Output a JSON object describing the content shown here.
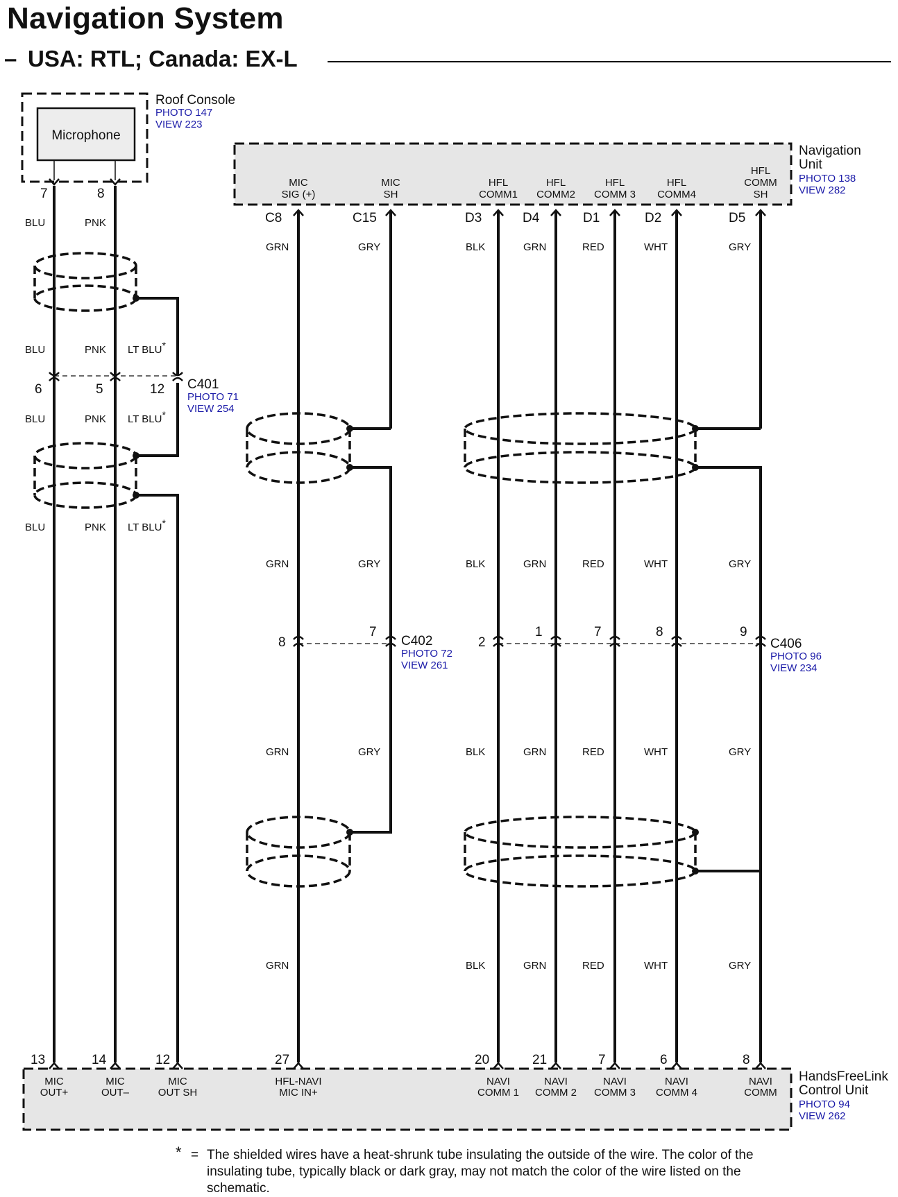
{
  "title": "Navigation System",
  "subtitle_dash": "–",
  "subtitle": "USA: RTL; Canada: EX-L",
  "components": {
    "roof_console": {
      "name": "Roof Console",
      "photo": "PHOTO 147",
      "view": "VIEW 223",
      "inner": "Microphone"
    },
    "nav_unit": {
      "name1": "Navigation",
      "name2": "Unit",
      "photo": "PHOTO 138",
      "view": "VIEW 282"
    },
    "hfl_unit": {
      "name1": "HandsFreeLink",
      "name2": "Control Unit",
      "photo": "PHOTO 94",
      "view": "VIEW 262"
    }
  },
  "connectors": {
    "c401": {
      "name": "C401",
      "photo": "PHOTO 71",
      "view": "VIEW 254"
    },
    "c402": {
      "name": "C402",
      "photo": "PHOTO 72",
      "view": "VIEW 261"
    },
    "c406": {
      "name": "C406",
      "photo": "PHOTO 96",
      "view": "VIEW 234"
    }
  },
  "nav_pins": [
    {
      "label1": "MIC",
      "label2": "SIG (+)",
      "pin": "C8"
    },
    {
      "label1": "MIC",
      "label2": "SH",
      "pin": "C15"
    },
    {
      "label1": "HFL",
      "label2": "COMM1",
      "pin": "D3"
    },
    {
      "label1": "HFL",
      "label2": "COMM2",
      "pin": "D4"
    },
    {
      "label1": "HFL",
      "label2": "COMM 3",
      "pin": "D1"
    },
    {
      "label1": "HFL",
      "label2": "COMM4",
      "pin": "D2"
    },
    {
      "label0": "HFL",
      "label1": "COMM",
      "label2": "SH",
      "pin": "D5"
    }
  ],
  "mic_pins": [
    "7",
    "8"
  ],
  "c401_pins": [
    "6",
    "5",
    "12"
  ],
  "c402_pins": [
    "8",
    "7"
  ],
  "c406_pins": [
    "2",
    "1",
    "7",
    "8",
    "9"
  ],
  "hfl_pins": [
    {
      "pin": "13",
      "label1": "MIC",
      "label2": "OUT+"
    },
    {
      "pin": "14",
      "label1": "MIC",
      "label2": "OUT–"
    },
    {
      "pin": "12",
      "label1": "MIC",
      "label2": "OUT SH"
    },
    {
      "pin": "27",
      "label1": "HFL-NAVI",
      "label2": "MIC IN+"
    },
    {
      "pin": "20",
      "label1": "NAVI",
      "label2": "COMM 1"
    },
    {
      "pin": "21",
      "label1": "NAVI",
      "label2": "COMM 2"
    },
    {
      "pin": "7",
      "label1": "NAVI",
      "label2": "COMM 3"
    },
    {
      "pin": "6",
      "label1": "NAVI",
      "label2": "COMM 4"
    },
    {
      "pin": "8",
      "label1": "NAVI",
      "label2": "COMM"
    }
  ],
  "wire_colors": {
    "left_top": [
      "BLU",
      "PNK"
    ],
    "left_mid": [
      "BLU",
      "PNK",
      "LT BLU*"
    ],
    "left_low": [
      "BLU",
      "PNK",
      "LT BLU*"
    ],
    "right_rows": [
      [
        "GRN",
        "GRY",
        "BLK",
        "GRN",
        "RED",
        "WHT",
        "GRY"
      ],
      [
        "GRN",
        "GRY",
        "BLK",
        "GRN",
        "RED",
        "WHT",
        "GRY"
      ],
      [
        "GRN",
        "GRY",
        "BLK",
        "GRN",
        "RED",
        "WHT",
        "GRY"
      ],
      [
        "GRN",
        "",
        "BLK",
        "GRN",
        "RED",
        "WHT",
        "GRY"
      ]
    ]
  },
  "footnote": {
    "star": "*",
    "eq": "=",
    "text": "The shielded wires have a heat-shrunk tube insulating the outside of the wire.  The color of the insulating tube, typically black or dark gray, may not match the color of the wire listed on the schematic."
  }
}
